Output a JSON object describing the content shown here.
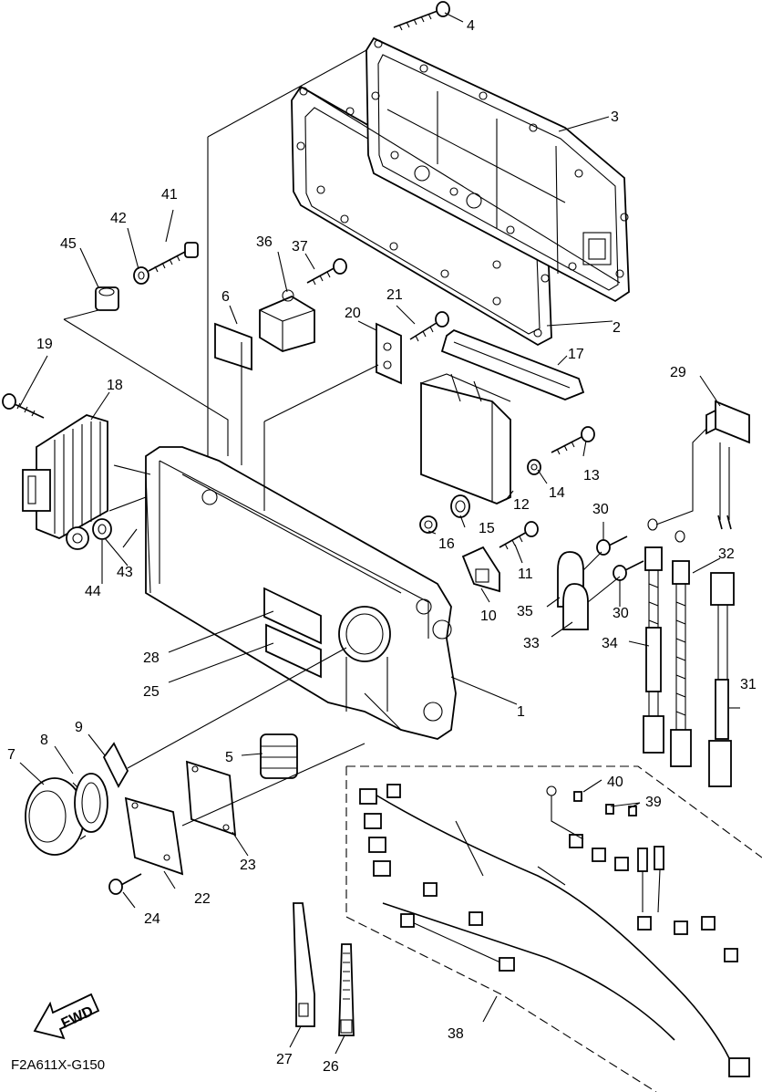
{
  "diagram_code": "F2A611X-G150",
  "fwd_label": "FWD",
  "parts": [
    {
      "id": "p1",
      "label": "1"
    },
    {
      "id": "p2",
      "label": "2"
    },
    {
      "id": "p3",
      "label": "3"
    },
    {
      "id": "p4",
      "label": "4"
    },
    {
      "id": "p5",
      "label": "5"
    },
    {
      "id": "p6",
      "label": "6"
    },
    {
      "id": "p7",
      "label": "7"
    },
    {
      "id": "p8",
      "label": "8"
    },
    {
      "id": "p9",
      "label": "9"
    },
    {
      "id": "p10",
      "label": "10"
    },
    {
      "id": "p11",
      "label": "11"
    },
    {
      "id": "p12",
      "label": "12"
    },
    {
      "id": "p13",
      "label": "13"
    },
    {
      "id": "p14",
      "label": "14"
    },
    {
      "id": "p15",
      "label": "15"
    },
    {
      "id": "p16",
      "label": "16"
    },
    {
      "id": "p17",
      "label": "17"
    },
    {
      "id": "p18",
      "label": "18"
    },
    {
      "id": "p19",
      "label": "19"
    },
    {
      "id": "p20",
      "label": "20"
    },
    {
      "id": "p21",
      "label": "21"
    },
    {
      "id": "p22",
      "label": "22"
    },
    {
      "id": "p23",
      "label": "23"
    },
    {
      "id": "p24",
      "label": "24"
    },
    {
      "id": "p25",
      "label": "25"
    },
    {
      "id": "p26",
      "label": "26"
    },
    {
      "id": "p27",
      "label": "27"
    },
    {
      "id": "p28",
      "label": "28"
    },
    {
      "id": "p29",
      "label": "29"
    },
    {
      "id": "p30a",
      "label": "30"
    },
    {
      "id": "p30b",
      "label": "30"
    },
    {
      "id": "p31",
      "label": "31"
    },
    {
      "id": "p32",
      "label": "32"
    },
    {
      "id": "p33",
      "label": "33"
    },
    {
      "id": "p34",
      "label": "34"
    },
    {
      "id": "p35",
      "label": "35"
    },
    {
      "id": "p36",
      "label": "36"
    },
    {
      "id": "p37",
      "label": "37"
    },
    {
      "id": "p38",
      "label": "38"
    },
    {
      "id": "p39",
      "label": "39"
    },
    {
      "id": "p40",
      "label": "40"
    },
    {
      "id": "p41",
      "label": "41"
    },
    {
      "id": "p42",
      "label": "42"
    },
    {
      "id": "p43",
      "label": "43"
    },
    {
      "id": "p44",
      "label": "44"
    },
    {
      "id": "p45",
      "label": "45"
    }
  ]
}
